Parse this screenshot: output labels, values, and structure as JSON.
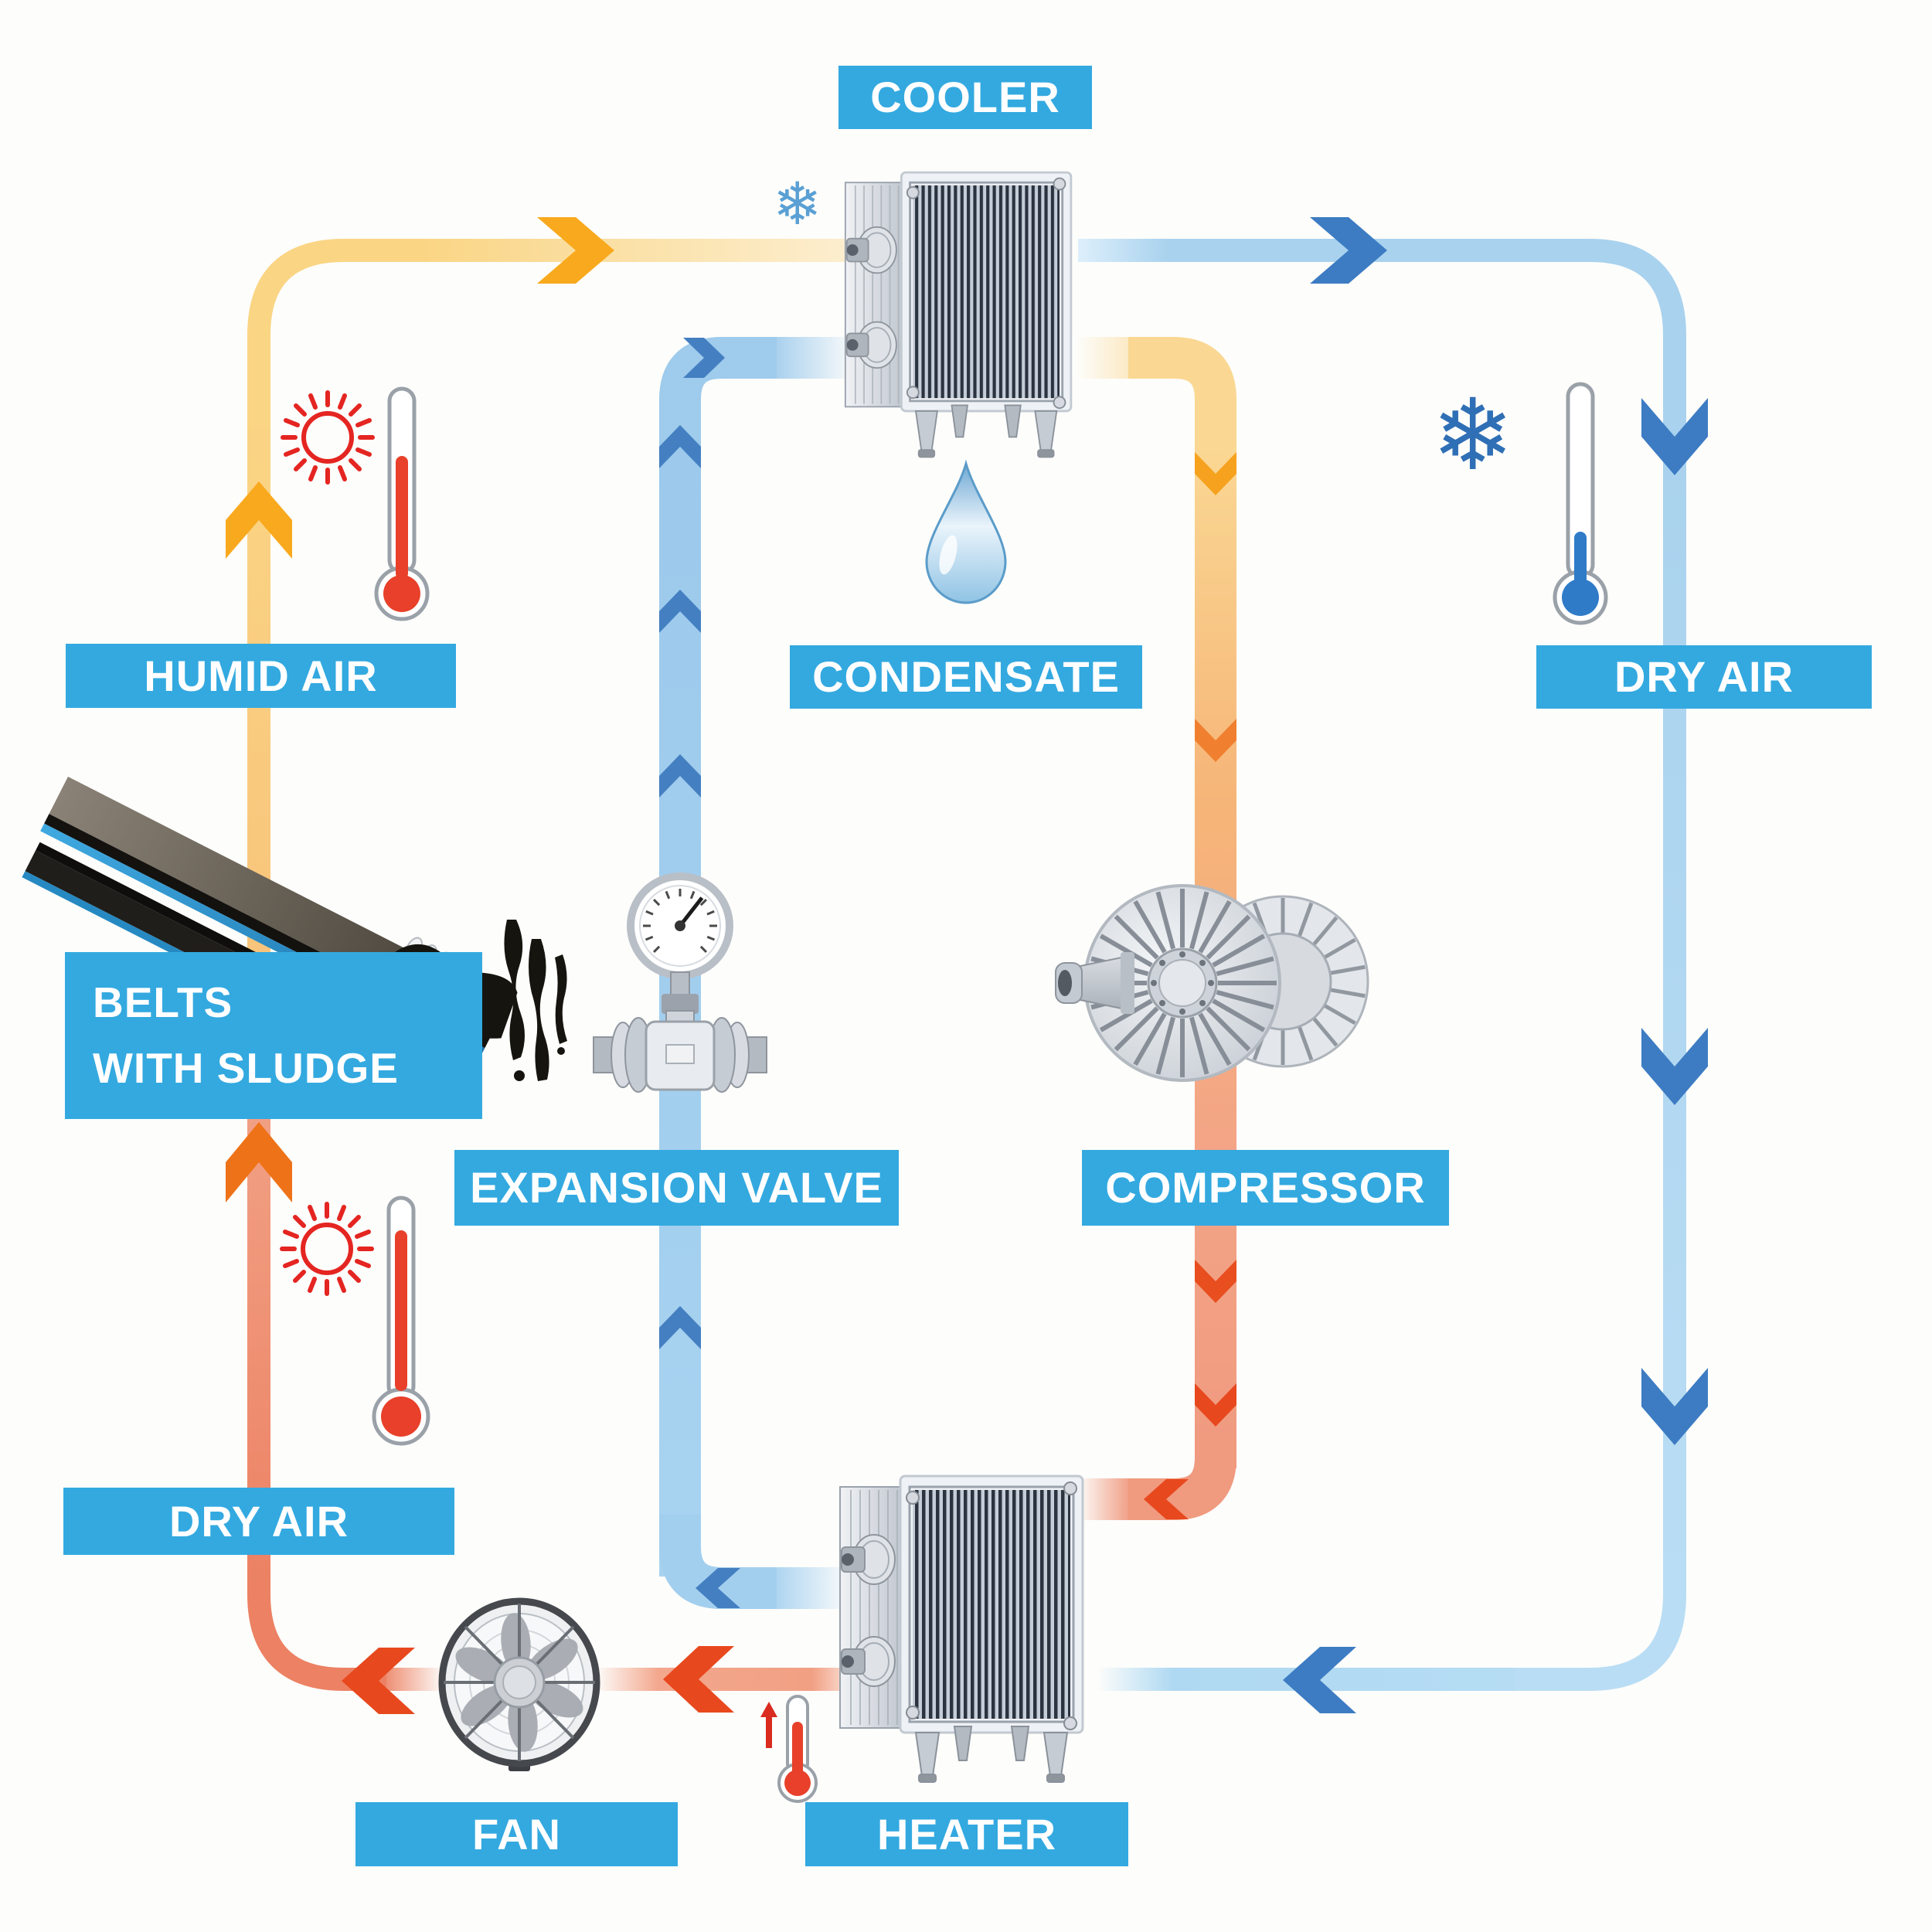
{
  "labels": {
    "cooler": "COOLER",
    "condensate": "CONDENSATE",
    "humid_air": "HUMID AIR",
    "dry_air_right": "DRY AIR",
    "belts_line1": "BELTS",
    "belts_line2": "WITH SLUDGE",
    "expansion_valve": "EXPANSION VALVE",
    "compressor": "COMPRESSOR",
    "dry_air_left": "DRY AIR",
    "fan": "FAN",
    "heater": "HEATER"
  },
  "icons": {
    "snowflake_top": "snowflake-icon",
    "snowflake_right": "snowflake-icon",
    "sun_top_left": "sun-icon",
    "sun_bottom_left": "sun-icon",
    "thermometer_hot_top": "thermometer-hot-icon",
    "thermometer_hot_bottom": "thermometer-hot-icon",
    "thermometer_cold_right": "thermometer-cold-icon",
    "thermometer_rising_heater": "thermometer-rising-icon",
    "water_drop": "water-drop-icon"
  },
  "colors": {
    "label_background": "#33A9E0",
    "label_text": "#FFFFFF",
    "humid_air_path": "#FAD584",
    "hot_air_path": "#F3A78D",
    "cold_air_path": "#A9D2EE",
    "refrigerant_cold_path": "#9FCBEC",
    "refrigerant_hot_top": "#FAD893",
    "refrigerant_hot_bottom": "#F09A80",
    "arrow_yellow": "#F8A91D",
    "arrow_orange": "#EE7217",
    "arrow_blue": "#3D7CC3",
    "arrow_inner_blue": "#447FC1",
    "arrow_red": "#E8481E",
    "thermometer_hot": "#E8402A",
    "thermometer_cold": "#2F7BC8",
    "sun": "#E42521",
    "snowflake_light": "#5AA0D4",
    "snowflake_dark": "#2F6FB5",
    "water_drop": "#8FC3E4"
  }
}
